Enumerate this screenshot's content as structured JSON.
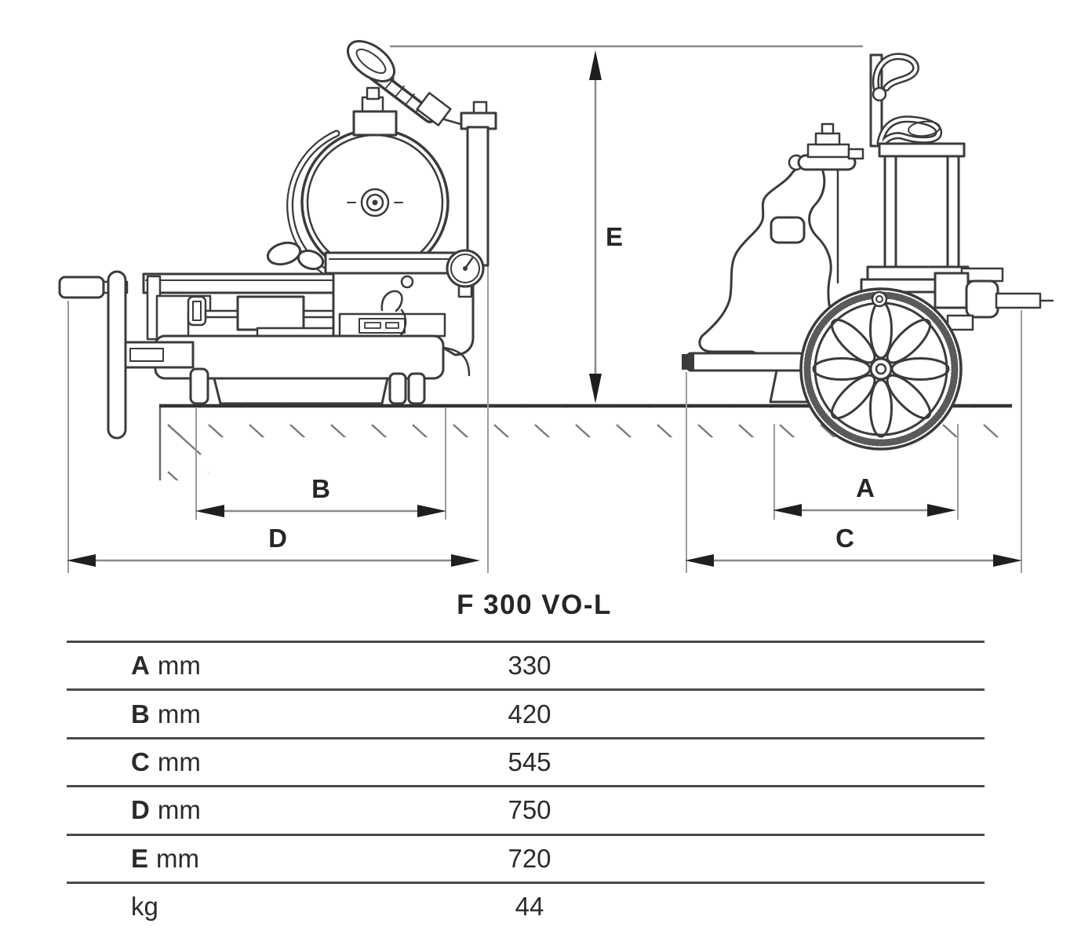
{
  "diagram": {
    "title": "F 300 VO-L",
    "labels": {
      "a": "A",
      "b": "B",
      "c": "C",
      "d": "D",
      "e": "E"
    }
  },
  "table": {
    "rows": [
      {
        "key": "A",
        "unit": "mm",
        "value": "330"
      },
      {
        "key": "B",
        "unit": "mm",
        "value": "420"
      },
      {
        "key": "C",
        "unit": "mm",
        "value": "545"
      },
      {
        "key": "D",
        "unit": "mm",
        "value": "750"
      },
      {
        "key": "E",
        "unit": "mm",
        "value": "720"
      },
      {
        "key": "",
        "unit": "kg",
        "value": "44"
      }
    ]
  },
  "colors": {
    "machine_line": "#3b3b3b",
    "dimension_line": "#8a8a8a",
    "arrowhead": "#1f1f1f",
    "ground": "#333333",
    "table_line": "#4a4a4a",
    "text": "#262626",
    "background": "#ffffff"
  }
}
